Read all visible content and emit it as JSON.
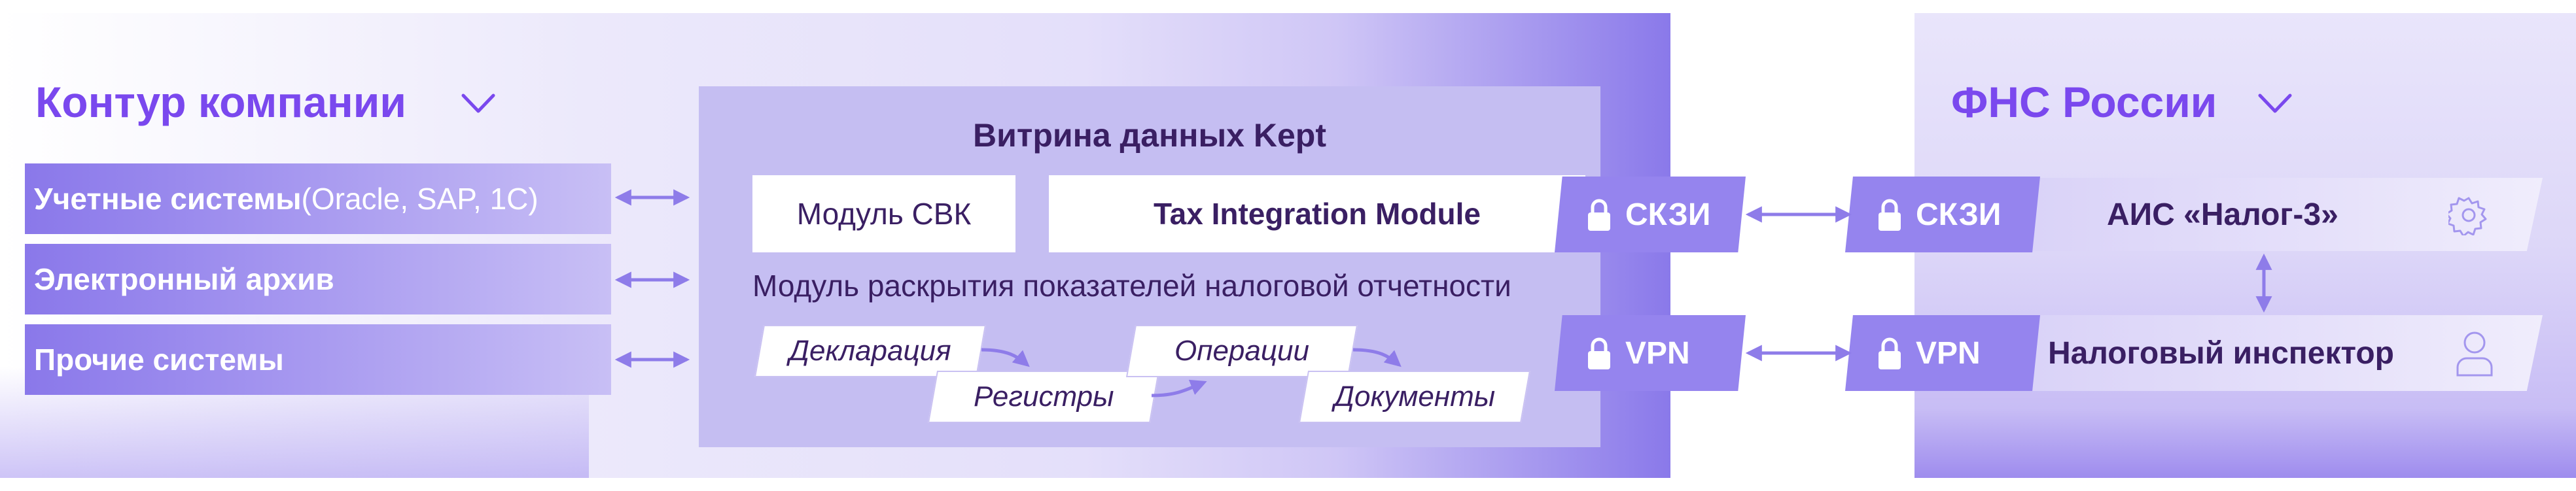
{
  "company": {
    "title": "Контур компании",
    "systems": [
      {
        "bold": "Учетные системы",
        "extra": " (Oracle, SAP, 1C)"
      },
      {
        "bold": "Электронный архив",
        "extra": ""
      },
      {
        "bold": "Прочие системы",
        "extra": ""
      }
    ]
  },
  "showcase": {
    "title": "Витрина данных Kept",
    "module_svk": "Модуль СВК",
    "tax_module": "Tax Integration Module",
    "disclosure_module": "Модуль раскрытия показателей налоговой отчетности",
    "docs": {
      "declaration": "Декларация",
      "registers": "Регистры",
      "operations": "Операции",
      "documents": "Документы"
    }
  },
  "security": {
    "skzi_left": "СКЗИ",
    "vpn_left": "VPN",
    "skzi_right": "СКЗИ",
    "vpn_right": "VPN"
  },
  "fns": {
    "title": "ФНС России",
    "ais": "АИС «Налог-3»",
    "inspector": "Налоговый инспектор"
  },
  "colors": {
    "accent": "#7a48ee",
    "arrow": "#8e7ce9",
    "dark_text": "#3a1f63",
    "shield": "#9584ee"
  },
  "icons": [
    "chevron-down-icon",
    "lock-icon",
    "gear-icon",
    "user-icon",
    "arrow-icon"
  ]
}
